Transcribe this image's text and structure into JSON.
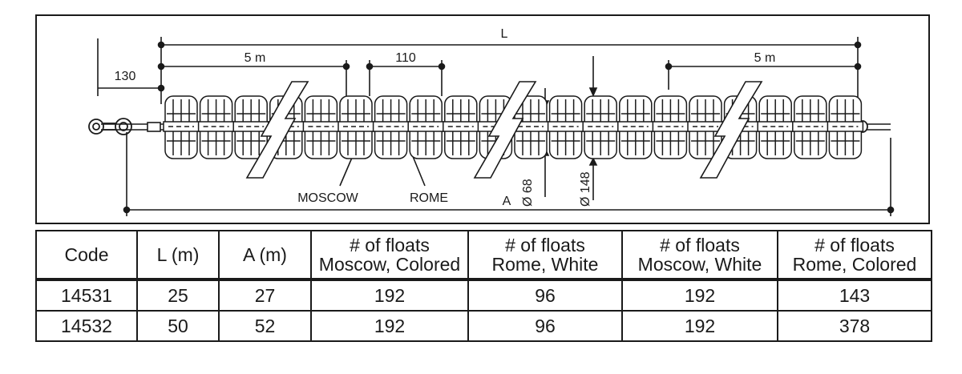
{
  "drawing": {
    "labels": {
      "L": "L",
      "five_m_left": "5 m",
      "five_m_right": "5 m",
      "gap_110": "110",
      "dim_130": "130",
      "moscow": "MOSCOW",
      "rome": "ROME",
      "A": "A",
      "dia_68": "Ø 68",
      "dia_148": "Ø 148"
    }
  },
  "table": {
    "headers": [
      {
        "line1": "Code",
        "line2": ""
      },
      {
        "line1": "L (m)",
        "line2": ""
      },
      {
        "line1": "A (m)",
        "line2": ""
      },
      {
        "line1": "# of floats",
        "line2": "Moscow, Colored"
      },
      {
        "line1": "# of floats",
        "line2": "Rome, White"
      },
      {
        "line1": "# of floats",
        "line2": "Moscow, White"
      },
      {
        "line1": "# of floats",
        "line2": "Rome, Colored"
      }
    ],
    "rows": [
      [
        "14531",
        "25",
        "27",
        "192",
        "96",
        "192",
        "143"
      ],
      [
        "14532",
        "50",
        "52",
        "192",
        "96",
        "192",
        "378"
      ]
    ]
  }
}
